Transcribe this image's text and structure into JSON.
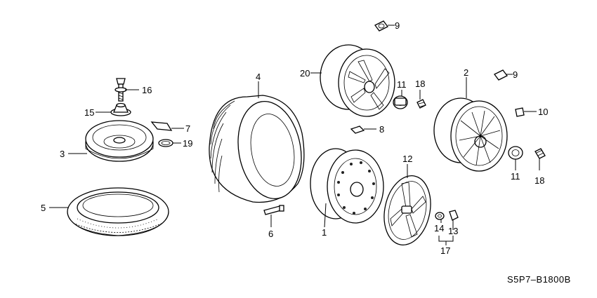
{
  "diagram": {
    "code": "S5P7–B1800B",
    "callouts": {
      "c1": "1",
      "c2": "2",
      "c3": "3",
      "c4": "4",
      "c5": "5",
      "c6": "6",
      "c7": "7",
      "c8": "8",
      "c9a": "9",
      "c9b": "9",
      "c10": "10",
      "c11a": "11",
      "c11b": "11",
      "c12": "12",
      "c13": "13",
      "c14": "14",
      "c15": "15",
      "c16": "16",
      "c17": "17",
      "c18a": "18",
      "c18b": "18",
      "c19": "19",
      "c20": "20"
    }
  }
}
